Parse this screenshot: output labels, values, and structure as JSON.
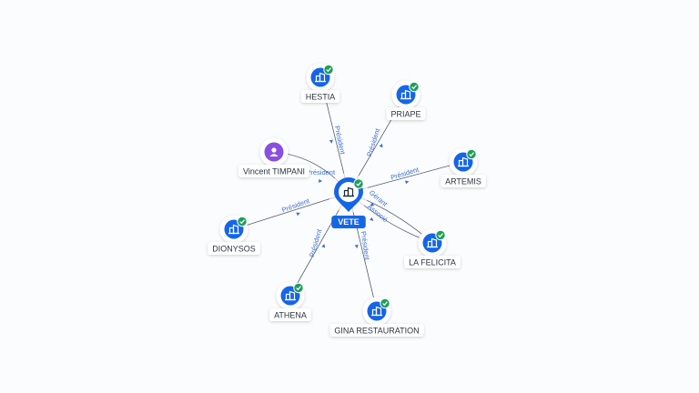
{
  "center": {
    "label": "VETE",
    "icon": "building-icon",
    "verified": true
  },
  "nodes": [
    {
      "id": "hestia",
      "label": "HESTIA",
      "type": "company",
      "icon": "building-icon",
      "verified": true
    },
    {
      "id": "priape",
      "label": "PRIAPE",
      "type": "company",
      "icon": "building-icon",
      "verified": true
    },
    {
      "id": "artemis",
      "label": "ARTEMIS",
      "type": "company",
      "icon": "building-icon",
      "verified": true
    },
    {
      "id": "la-felicita",
      "label": "LA FELICITA",
      "type": "company",
      "icon": "building-icon",
      "verified": true
    },
    {
      "id": "gina",
      "label": "GINA RESTAURATION",
      "type": "company",
      "icon": "building-icon",
      "verified": true
    },
    {
      "id": "athena",
      "label": "ATHENA",
      "type": "company",
      "icon": "building-icon",
      "verified": true
    },
    {
      "id": "dionysos",
      "label": "DIONYSOS",
      "type": "company",
      "icon": "building-icon",
      "verified": true
    },
    {
      "id": "vincent",
      "label": "Vincent TIMPANI",
      "type": "person",
      "icon": "person-icon",
      "verified": false
    }
  ],
  "edges": [
    {
      "to": "hestia",
      "label": "Président"
    },
    {
      "to": "priape",
      "label": "Président"
    },
    {
      "to": "artemis",
      "label": "Président"
    },
    {
      "to": "la-felicita",
      "label": "Gérant"
    },
    {
      "to": "la-felicita",
      "label": "Associé"
    },
    {
      "to": "gina",
      "label": "Président"
    },
    {
      "to": "athena",
      "label": "Président"
    },
    {
      "to": "dionysos",
      "label": "Président"
    },
    {
      "to": "vincent",
      "label": "Président"
    }
  ],
  "colors": {
    "accent": "#1565e8",
    "person": "#8a4fe0",
    "verified": "#1e9e5a",
    "edge": "#55606c",
    "edge_label": "#3b6fd6"
  }
}
